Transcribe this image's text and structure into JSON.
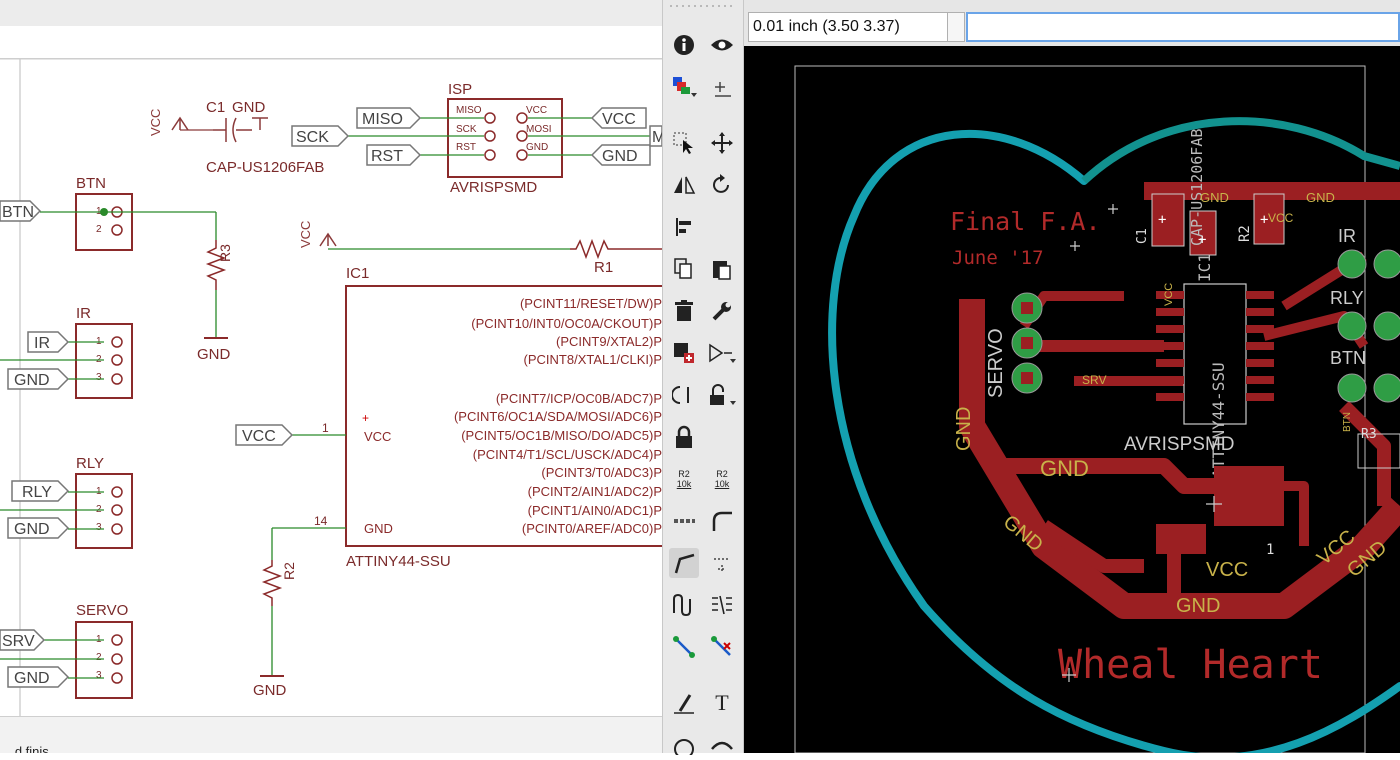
{
  "schematic": {
    "status_text": "...d finis...",
    "power_symbols": {
      "vcc_top": "VCC",
      "vcc_mid": "VCC"
    },
    "cap": {
      "name": "C1",
      "value": "CAP-US1206FAB",
      "gnd": "GND"
    },
    "isp": {
      "name": "ISP",
      "value": "AVRISPSMD",
      "pins_left": [
        "MISO",
        "SCK",
        "RST"
      ],
      "pins_right": [
        "VCC",
        "MOSI",
        "GND"
      ],
      "labels_left": [
        "MISO",
        "SCK",
        "RST"
      ],
      "labels_right": [
        "VCC",
        "M",
        "GND"
      ]
    },
    "headers": [
      {
        "name": "BTN",
        "pins": [
          "1",
          "2"
        ],
        "nets": [
          "BTN"
        ]
      },
      {
        "name": "IR",
        "pins": [
          "1",
          "2",
          "3"
        ],
        "nets": [
          "IR",
          "GND"
        ]
      },
      {
        "name": "RLY",
        "pins": [
          "1",
          "2",
          "3"
        ],
        "nets": [
          "RLY",
          "GND"
        ]
      },
      {
        "name": "SERVO",
        "pins": [
          "1",
          "2",
          "3"
        ],
        "nets": [
          "SRV",
          "GND"
        ]
      }
    ],
    "resistors": {
      "r3": "R3",
      "r1": "R1",
      "r2": "R2",
      "gnd1": "GND",
      "gnd2": "GND"
    },
    "ic": {
      "name": "IC1",
      "value": "ATTINY44-SSU",
      "vcc_pin": "1",
      "vcc_label": "VCC",
      "gnd_pin": "14",
      "gnd_label": "GND",
      "vcc_net": "VCC",
      "pins": [
        "(PCINT11/RESET/DW)P",
        "(PCINT10/INT0/OC0A/CKOUT)P",
        "(PCINT9/XTAL2)P",
        "(PCINT8/XTAL1/CLKI)P",
        "(PCINT7/ICP/OC0B/ADC7)P",
        "(PCINT6/OC1A/SDA/MOSI/ADC6)P",
        "(PCINT5/OC1B/MISO/DO/ADC5)P",
        "(PCINT4/T1/SCL/USCK/ADC4)P",
        "(PCINT3/T0/ADC3)P",
        "(PCINT2/AIN1/ADC2)P",
        "(PCINT1/AIN0/ADC1)P",
        "(PCINT0/AREF/ADC0)P"
      ]
    }
  },
  "toolbar": {
    "icons": [
      "info-icon",
      "eye-icon",
      "layers-icon",
      "mark-icon",
      "select-icon",
      "move-icon",
      "mirror-icon",
      "rotate-icon",
      "align-icon",
      "copy-icon",
      "paste-icon",
      "delete-icon",
      "wrench-icon",
      "add-icon",
      "replace-icon",
      "swap-icon",
      "smash-icon",
      "lock-icon",
      "r2-value-icon",
      "r2-value-dropdown-icon",
      "chain-icon",
      "miter-icon",
      "split-icon",
      "route-icon",
      "meander-icon",
      "optimize-icon",
      "ripup-icon",
      "line-icon",
      "text-icon",
      "circle-icon",
      "arc-icon"
    ],
    "value_labels": {
      "name": "R2",
      "value": "10k"
    },
    "text_tool": "T"
  },
  "board_header": {
    "coord": "0.01 inch (3.50 3.37)",
    "command": ""
  },
  "board": {
    "title_text": "Final F.A.",
    "date_text": "June '17",
    "brand_text": "Wheal Heart",
    "refdes": {
      "c1": "C1",
      "cap_value": "CAP-US1206FAB",
      "r2": "R2",
      "ic": "IC1",
      "ic_value": "ATTINY44-SSU",
      "isp_value": "AVRISPSMD",
      "servo": "SERVO",
      "ir": "IR",
      "rly": "RLY",
      "btn": "BTN",
      "r3": "R3",
      "pin1": "1"
    },
    "nets": {
      "gnd": "GND",
      "vcc": "VCC",
      "srv": "SRV",
      "btn": "BTN"
    }
  }
}
